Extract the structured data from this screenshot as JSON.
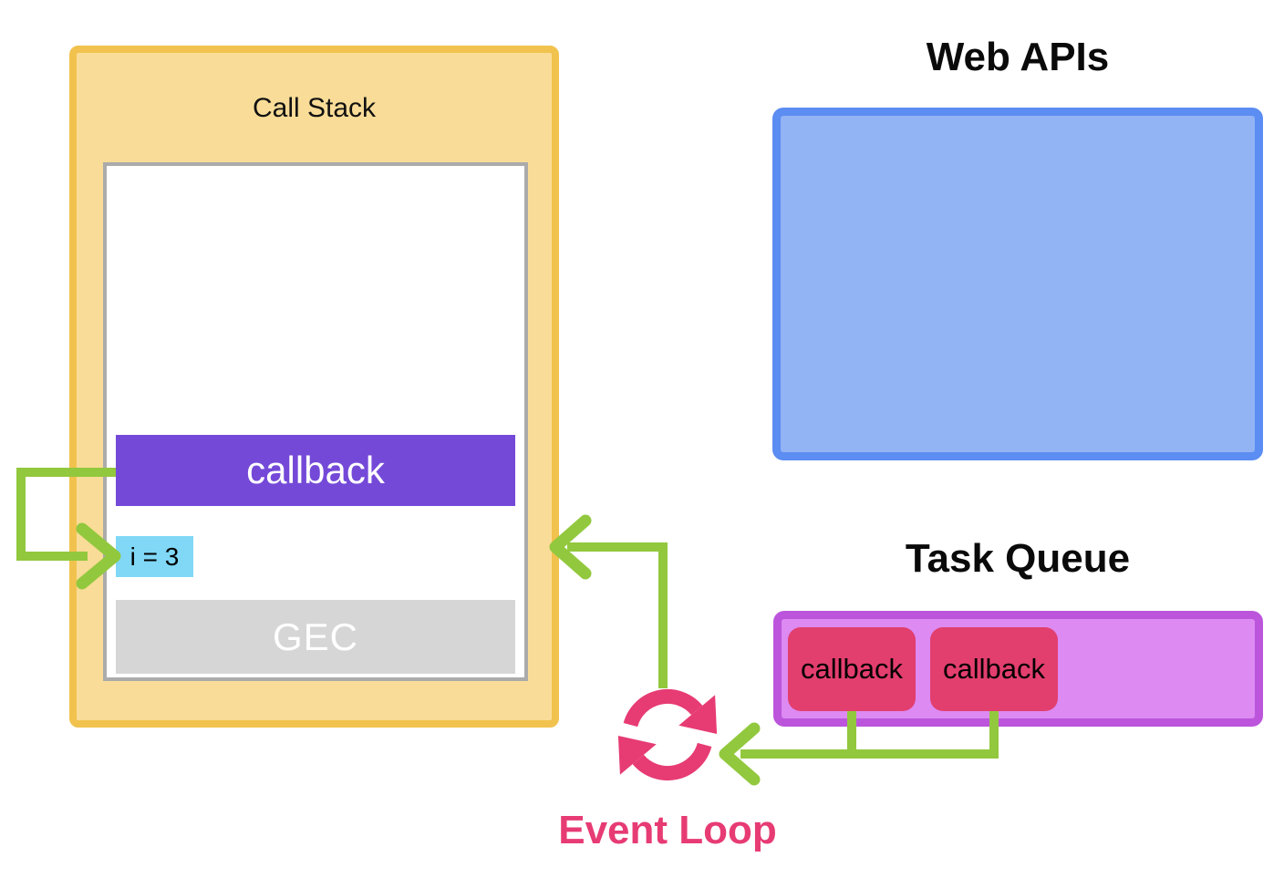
{
  "diagram": {
    "call_stack": {
      "title": "Call Stack",
      "frames": {
        "callback": "callback",
        "variable": "i = 3",
        "gec": "GEC"
      }
    },
    "web_apis": {
      "title": "Web APIs"
    },
    "task_queue": {
      "title": "Task Queue",
      "items": [
        {
          "label": "callback"
        },
        {
          "label": "callback"
        }
      ]
    },
    "event_loop": {
      "label": "Event Loop",
      "icon": "cycle-arrows-icon"
    }
  },
  "colors": {
    "call_stack_fill": "#f9dc97",
    "call_stack_border": "#f1c24e",
    "inner_frame_border": "#ababab",
    "stack_frame_purple": "#7449d8",
    "variable_cyan": "#80d8f6",
    "gec_gray": "#d6d6d6",
    "web_apis_fill": "#93b4f4",
    "web_apis_border": "#5b8df2",
    "task_queue_fill": "#dd8af2",
    "task_queue_border": "#bc55dc",
    "task_item_pink": "#e23e6e",
    "arrow_green": "#92c83e",
    "event_loop_pink": "#e73b74"
  }
}
